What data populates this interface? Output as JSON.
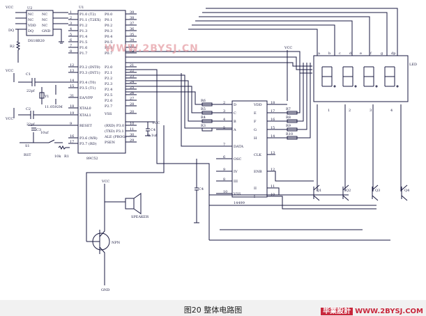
{
  "caption": "图20  整体电路图",
  "watermark": "WWW.2BYSJ.CN",
  "logo": {
    "cn": "毕業設計",
    "url": "WWW.2BYSJ.COM"
  },
  "power": {
    "vcc": "VCC",
    "gnd": "GND"
  },
  "sensor": {
    "ref": "U2",
    "part": "DS18B20",
    "pins": [
      "NC",
      "NC",
      "VDD",
      "DQ",
      "NC",
      "NC",
      "NC",
      "GND"
    ],
    "dq": "DQ"
  },
  "mcu": {
    "ref": "U1",
    "part": "89C52",
    "left": [
      "P1.0 (T2)",
      "P1.1 (T2EX)",
      "P1.2",
      "P1.3",
      "P1.4",
      "P1.5",
      "P1.6",
      "P1.7",
      "P3.2 (INT0)",
      "P3.3 (INT1)",
      "P3.4 (T0)",
      "P3.5 (T1)",
      "EA/VPP",
      "XTAL0",
      "XTAL1",
      "RESET",
      "P3.6 (WR)",
      "P3.7 (RD)"
    ],
    "leftNums": [
      "1",
      "2",
      "3",
      "4",
      "5",
      "6",
      "7",
      "8",
      "12",
      "13",
      "14",
      "15",
      "31",
      "18",
      "19",
      "9",
      "16",
      "17"
    ],
    "right": [
      "P0.0",
      "P0.1",
      "P0.2",
      "P0.3",
      "P0.4",
      "P0.5",
      "P0.6",
      "P0.7",
      "P2.0",
      "P2.1",
      "P2.2",
      "P2.3",
      "P2.4",
      "P2.5",
      "P2.6",
      "P2.7",
      "VSS",
      "(RXD) P3.0",
      "(TXD) P3.1",
      "ALE (PROG)",
      "PSEN"
    ],
    "rightNums": [
      "39",
      "38",
      "37",
      "36",
      "35",
      "34",
      "33",
      "32",
      "21",
      "22",
      "23",
      "24",
      "25",
      "26",
      "27",
      "28",
      "20",
      "10",
      "11",
      "30",
      "29"
    ]
  },
  "crystal": {
    "c1": "C1",
    "c1v": "22pf",
    "c2": "C2",
    "c2v": "22pf",
    "y": "Y1",
    "yv": "11.0592M"
  },
  "reset": {
    "c3": "C3",
    "c3v": "10uf",
    "s": "S1",
    "r": "R1",
    "rv": "10k",
    "label": "RST",
    "r2": "R2"
  },
  "c4mcu": {
    "ref": "C4",
    "val": "0.1uf"
  },
  "driver": {
    "ref": "14499",
    "left": [
      "D",
      "C",
      "B",
      "A",
      "DATA",
      "OSC",
      "IV",
      "III",
      "VSS"
    ],
    "leftNums": [
      "2",
      "3",
      "4",
      "5",
      "7",
      "6",
      "9",
      "8",
      "10"
    ],
    "right": [
      "VDD",
      "E",
      "F",
      "G",
      "H",
      "CLK",
      "ENB",
      "II",
      "I"
    ],
    "rightNums": [
      "18",
      "17",
      "16",
      "15",
      "14",
      "13",
      "12",
      "11",
      "10"
    ],
    "cap": "C4"
  },
  "resistors": {
    "left": [
      "R6",
      "R5",
      "R4",
      "R3"
    ],
    "right": [
      "R7",
      "R8",
      "R9",
      "R10"
    ]
  },
  "display": {
    "label": "LED",
    "segs": [
      "a",
      "b",
      "c",
      "d",
      "e",
      "f",
      "g",
      "dp"
    ],
    "digits": [
      "1",
      "2",
      "3",
      "4"
    ]
  },
  "transistors": [
    "Q1",
    "Q2",
    "Q3",
    "Q4"
  ],
  "buzzer": {
    "label": "SPEAKER",
    "q": "NPN"
  }
}
